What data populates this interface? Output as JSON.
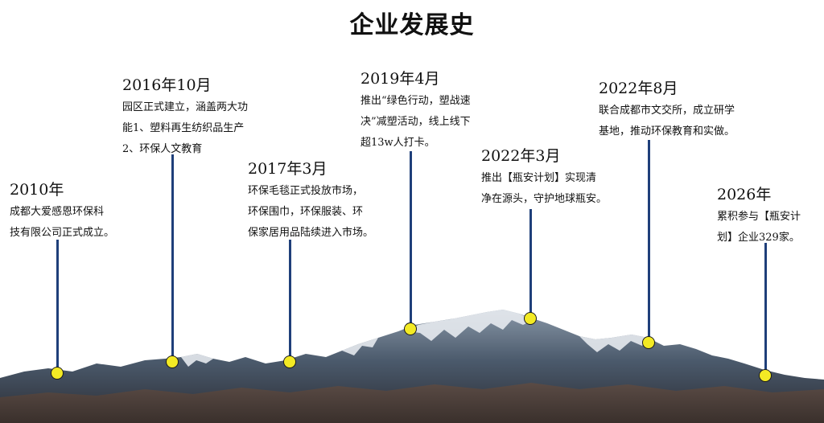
{
  "title": "企业发展史",
  "colors": {
    "stem": "#1f3f7a",
    "dot": "#f3ea24",
    "text": "#111111"
  },
  "timeline": [
    {
      "year": "2010年",
      "lines": [
        "成都大爱感恩环保科",
        "技有限公司正式成立。"
      ]
    },
    {
      "year": "2016年10月",
      "lines": [
        "园区正式建立，涵盖两大功",
        "能1、塑料再生纺织品生产",
        "2、环保人文教育"
      ]
    },
    {
      "year": "2017年3月",
      "lines": [
        "环保毛毯正式投放市场，",
        "环保围巾，环保服装、环",
        "保家居用品陆续进入市场。"
      ]
    },
    {
      "year": "2019年4月",
      "lines": [
        "推出“绿色行动，塑战速",
        "决”减塑活动，线上线下",
        "超13w人打卡。"
      ]
    },
    {
      "year": "2022年3月",
      "lines": [
        "推出【瓶安计划】实现清",
        "净在源头，守护地球瓶安。"
      ]
    },
    {
      "year": "2022年8月",
      "lines": [
        "联合成都市文交所，成立研学",
        "基地，推动环保教育和实做。"
      ]
    },
    {
      "year": "2026年",
      "lines": [
        "累积参与【瓶安计",
        "划】企业329家。"
      ]
    }
  ]
}
